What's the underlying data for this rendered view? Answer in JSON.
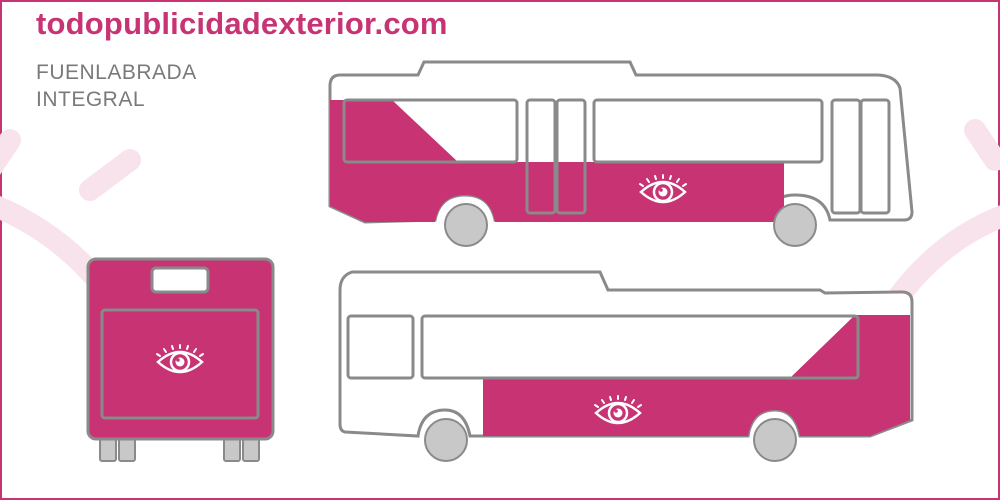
{
  "header": {
    "site": "todopublicidadexterior.com",
    "line1": "FUENLABRADA",
    "line2": "INTEGRAL"
  },
  "colors": {
    "brand": "#c73373",
    "outline": "#8a8a8a",
    "wheel": "#c8c8c8"
  },
  "icons": [
    "eye-icon"
  ]
}
